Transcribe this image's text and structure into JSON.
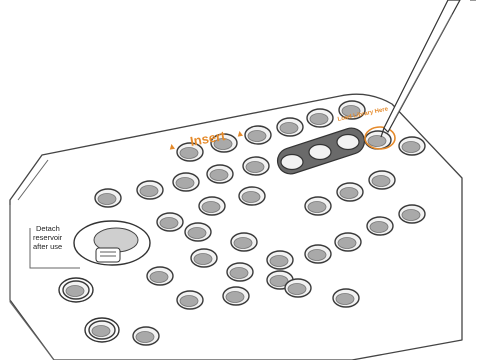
{
  "labels": {
    "insert": "Insert",
    "load_library": "Load Library Here",
    "detach_line1": "Detach",
    "detach_line2": "reservoir",
    "detach_line3": "after use"
  },
  "glyphs": {
    "insert_arrow_left": "▲",
    "insert_arrow_right": "▲"
  },
  "colors": {
    "label_accent": "#e58a2a",
    "outline": "#444444",
    "well_fill": "#a9a9a9"
  },
  "icons": {
    "pipette": "pipette-icon",
    "reservoir": "reservoir-icon"
  }
}
